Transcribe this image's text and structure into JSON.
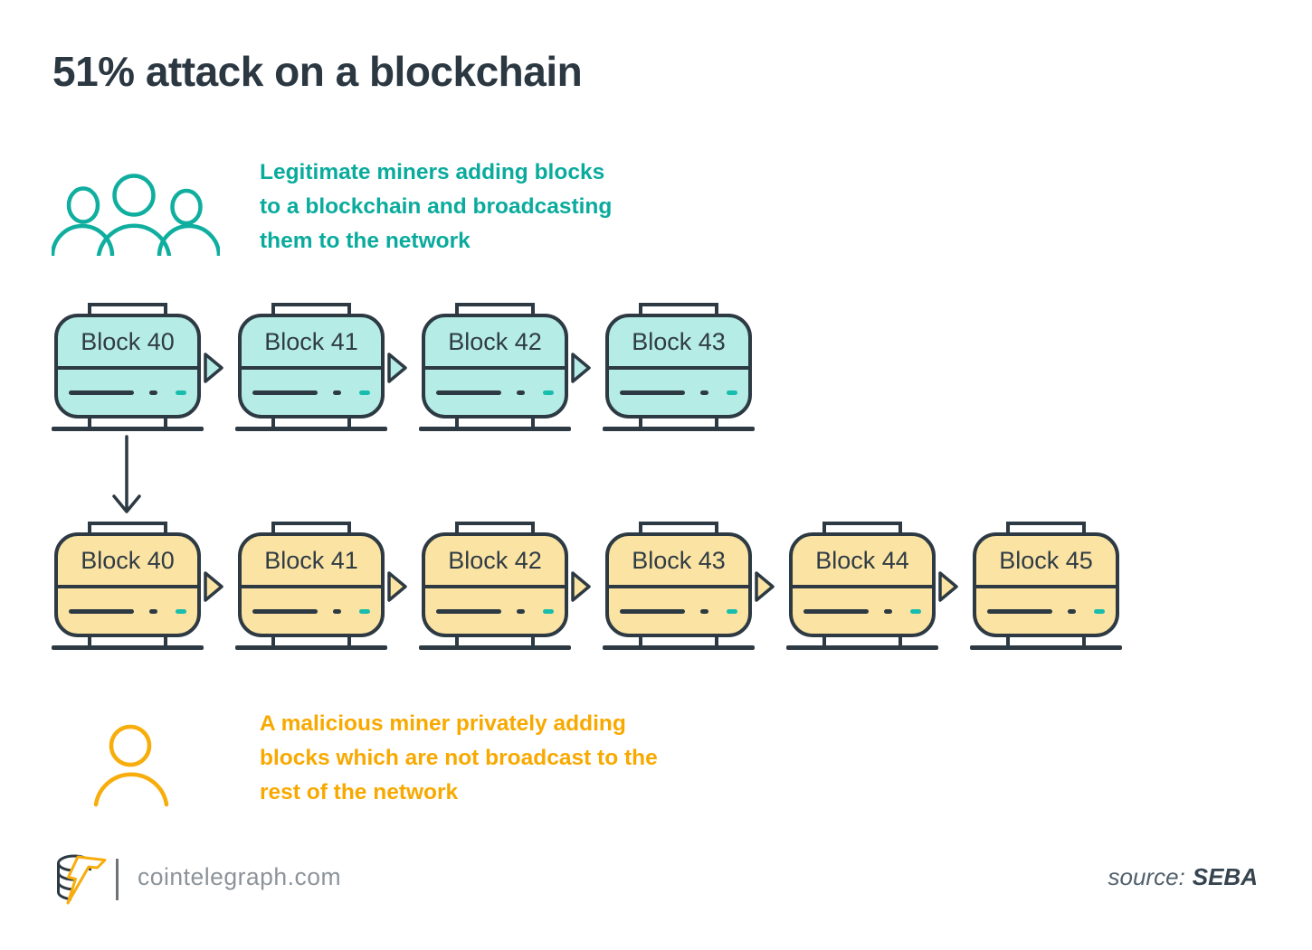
{
  "title": "51% attack on a blockchain",
  "colors": {
    "dark_stroke": "#2d3a43",
    "teal_text": "#0aab9d",
    "teal_block_fill": "#b5ece6",
    "amber_text": "#f8a900",
    "amber_block_fill": "#fbe3a3",
    "accent_dash": "#18bdad",
    "footer_gray": "#8c9399"
  },
  "legitimate_miners": {
    "icon": "miners-group-icon",
    "caption_lines": [
      "Legitimate miners adding blocks",
      "to a blockchain and broadcasting",
      "them to the network"
    ]
  },
  "malicious_miner": {
    "icon": "malicious-miner-icon",
    "caption_lines": [
      "A malicious miner privately adding",
      "blocks which are not broadcast to the",
      "rest of the network"
    ]
  },
  "public_chain": {
    "blocks": [
      "Block 40",
      "Block 41",
      "Block 42",
      "Block 43"
    ]
  },
  "private_chain": {
    "blocks": [
      "Block 40",
      "Block 41",
      "Block 42",
      "Block 43",
      "Block 44",
      "Block 45"
    ]
  },
  "footer": {
    "logo": "cointelegraph-logo",
    "site": "cointelegraph.com",
    "source_label": "source:",
    "source_name": "SEBA"
  }
}
